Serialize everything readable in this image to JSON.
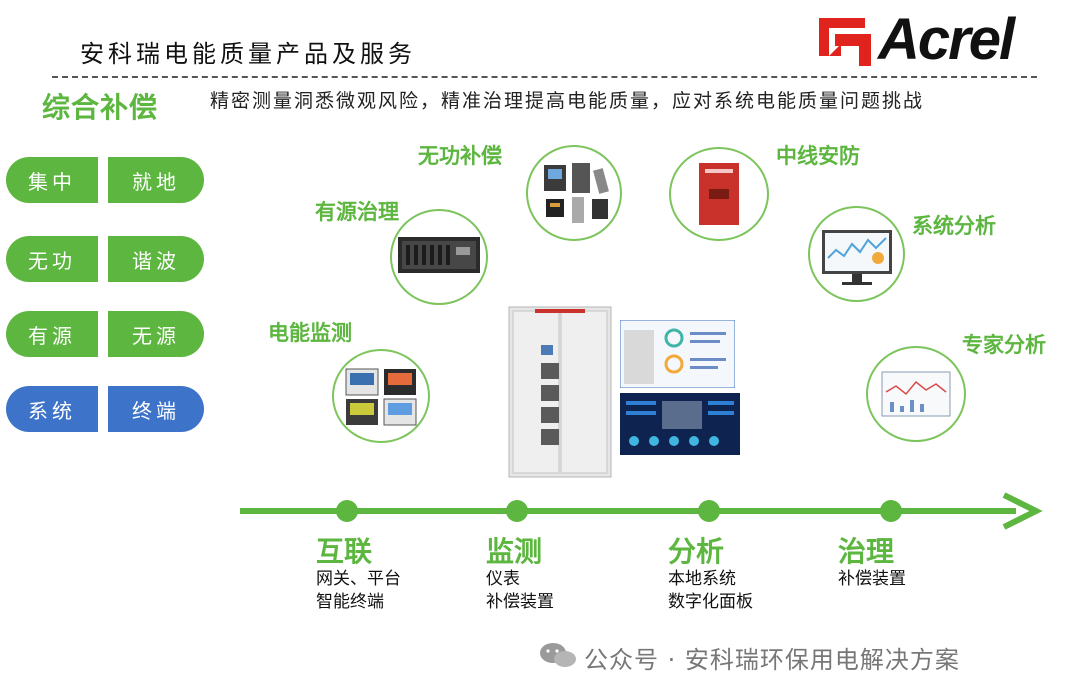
{
  "header": {
    "title": "安科瑞电能质量产品及服务",
    "logo_text": "Acrel"
  },
  "section": {
    "title": "综合补偿",
    "subtitle": "精密测量洞悉微观风险，精准治理提高电能质量，应对系统电能质量问题挑战"
  },
  "pills": [
    {
      "left": "集中",
      "right": "就地",
      "color": "#5cb63f"
    },
    {
      "left": "无功",
      "right": "谐波",
      "color": "#5cb63f"
    },
    {
      "left": "有源",
      "right": "无源",
      "color": "#5cb63f"
    },
    {
      "left": "系统",
      "right": "终端",
      "color": "#3d74c9"
    }
  ],
  "products": {
    "reactive": "无功补偿",
    "neutral": "中线安防",
    "active": "有源治理",
    "system_analysis": "系统分析",
    "monitoring": "电能监测",
    "expert": "专家分析"
  },
  "timeline": [
    {
      "head": "互联",
      "line1": "网关、平台",
      "line2": "智能终端"
    },
    {
      "head": "监测",
      "line1": "仪表",
      "line2": "补偿装置"
    },
    {
      "head": "分析",
      "line1": "本地系统",
      "line2": "数字化面板"
    },
    {
      "head": "治理",
      "line1": "补偿装置",
      "line2": ""
    }
  ],
  "watermark": "公众号 · 安科瑞环保用电解决方案",
  "colors": {
    "accent_green": "#5cb63f",
    "accent_blue": "#3d74c9",
    "brand_red": "#e0231c"
  }
}
